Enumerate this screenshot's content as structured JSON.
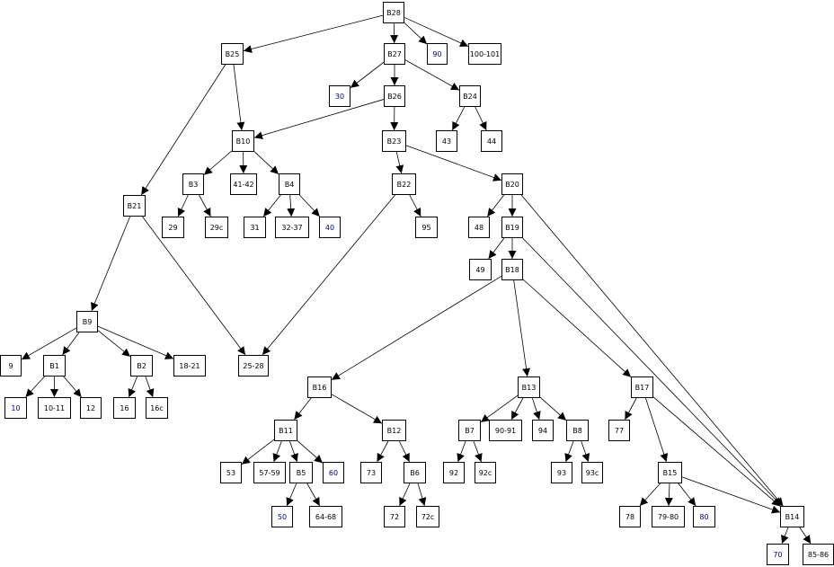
{
  "colors": {
    "edge": "#000000",
    "box_border": "#000000",
    "box_fill": "#ffffff",
    "label_default": "#000000",
    "label_highlight": "#00008b"
  },
  "nodes": [
    {
      "id": "B28",
      "label": "B28",
      "color": "default"
    },
    {
      "id": "B25",
      "label": "B25",
      "color": "default"
    },
    {
      "id": "B27",
      "label": "B27",
      "color": "default"
    },
    {
      "id": "n90",
      "label": "90",
      "color": "highlight"
    },
    {
      "id": "n100_101",
      "label": "100-101",
      "color": "default"
    },
    {
      "id": "n30",
      "label": "30",
      "color": "highlight"
    },
    {
      "id": "B26",
      "label": "B26",
      "color": "default"
    },
    {
      "id": "B24",
      "label": "B24",
      "color": "default"
    },
    {
      "id": "B10",
      "label": "B10",
      "color": "default"
    },
    {
      "id": "B23",
      "label": "B23",
      "color": "default"
    },
    {
      "id": "n43",
      "label": "43",
      "color": "default"
    },
    {
      "id": "n44",
      "label": "44",
      "color": "default"
    },
    {
      "id": "B3",
      "label": "B3",
      "color": "default"
    },
    {
      "id": "n41_42",
      "label": "41-42",
      "color": "default"
    },
    {
      "id": "B4",
      "label": "B4",
      "color": "default"
    },
    {
      "id": "B22",
      "label": "B22",
      "color": "default"
    },
    {
      "id": "B20",
      "label": "B20",
      "color": "default"
    },
    {
      "id": "B21",
      "label": "B21",
      "color": "default"
    },
    {
      "id": "n29",
      "label": "29",
      "color": "default"
    },
    {
      "id": "n29c",
      "label": "29c",
      "color": "default"
    },
    {
      "id": "n31",
      "label": "31",
      "color": "default"
    },
    {
      "id": "n32_37",
      "label": "32-37",
      "color": "default"
    },
    {
      "id": "n40",
      "label": "40",
      "color": "highlight"
    },
    {
      "id": "n95",
      "label": "95",
      "color": "default"
    },
    {
      "id": "n48",
      "label": "48",
      "color": "default"
    },
    {
      "id": "B19",
      "label": "B19",
      "color": "default"
    },
    {
      "id": "n49",
      "label": "49",
      "color": "default"
    },
    {
      "id": "B18",
      "label": "B18",
      "color": "default"
    },
    {
      "id": "B9",
      "label": "B9",
      "color": "default"
    },
    {
      "id": "n9",
      "label": "9",
      "color": "default"
    },
    {
      "id": "B1",
      "label": "B1",
      "color": "default"
    },
    {
      "id": "B2",
      "label": "B2",
      "color": "default"
    },
    {
      "id": "n18_21",
      "label": "18-21",
      "color": "default"
    },
    {
      "id": "n25_28",
      "label": "25-28",
      "color": "default"
    },
    {
      "id": "n10",
      "label": "10",
      "color": "highlight"
    },
    {
      "id": "n10_11",
      "label": "10-11",
      "color": "default"
    },
    {
      "id": "n12",
      "label": "12",
      "color": "default"
    },
    {
      "id": "n16",
      "label": "16",
      "color": "default"
    },
    {
      "id": "n16c",
      "label": "16c",
      "color": "default"
    },
    {
      "id": "B16",
      "label": "B16",
      "color": "default"
    },
    {
      "id": "B13",
      "label": "B13",
      "color": "default"
    },
    {
      "id": "B17",
      "label": "B17",
      "color": "default"
    },
    {
      "id": "B11",
      "label": "B11",
      "color": "default"
    },
    {
      "id": "B12",
      "label": "B12",
      "color": "default"
    },
    {
      "id": "B7",
      "label": "B7",
      "color": "default"
    },
    {
      "id": "n90_91",
      "label": "90-91",
      "color": "default"
    },
    {
      "id": "n94",
      "label": "94",
      "color": "default"
    },
    {
      "id": "B8",
      "label": "B8",
      "color": "default"
    },
    {
      "id": "n77",
      "label": "77",
      "color": "default"
    },
    {
      "id": "n53",
      "label": "53",
      "color": "default"
    },
    {
      "id": "n57_59",
      "label": "57-59",
      "color": "default"
    },
    {
      "id": "B5",
      "label": "B5",
      "color": "default"
    },
    {
      "id": "n60",
      "label": "60",
      "color": "highlight"
    },
    {
      "id": "n73",
      "label": "73",
      "color": "default"
    },
    {
      "id": "B6",
      "label": "B6",
      "color": "default"
    },
    {
      "id": "n92",
      "label": "92",
      "color": "default"
    },
    {
      "id": "n92c",
      "label": "92c",
      "color": "default"
    },
    {
      "id": "n93",
      "label": "93",
      "color": "default"
    },
    {
      "id": "n93c",
      "label": "93c",
      "color": "default"
    },
    {
      "id": "B15",
      "label": "B15",
      "color": "default"
    },
    {
      "id": "n50",
      "label": "50",
      "color": "highlight"
    },
    {
      "id": "n64_68",
      "label": "64-68",
      "color": "default"
    },
    {
      "id": "n72",
      "label": "72",
      "color": "default"
    },
    {
      "id": "n72c",
      "label": "72c",
      "color": "default"
    },
    {
      "id": "n78",
      "label": "78",
      "color": "default"
    },
    {
      "id": "n79_80",
      "label": "79-80",
      "color": "default"
    },
    {
      "id": "n80",
      "label": "80",
      "color": "highlight"
    },
    {
      "id": "B14",
      "label": "B14",
      "color": "default"
    },
    {
      "id": "n70",
      "label": "70",
      "color": "highlight"
    },
    {
      "id": "n85_86",
      "label": "85-86",
      "color": "default"
    }
  ],
  "edges": [
    [
      "B28",
      "B25"
    ],
    [
      "B28",
      "B27"
    ],
    [
      "B28",
      "n90"
    ],
    [
      "B28",
      "n100_101"
    ],
    [
      "B25",
      "B10"
    ],
    [
      "B25",
      "B21"
    ],
    [
      "B27",
      "n30"
    ],
    [
      "B27",
      "B26"
    ],
    [
      "B27",
      "B24"
    ],
    [
      "B26",
      "B10"
    ],
    [
      "B26",
      "B23"
    ],
    [
      "B24",
      "n43"
    ],
    [
      "B24",
      "n44"
    ],
    [
      "B10",
      "B3"
    ],
    [
      "B10",
      "n41_42"
    ],
    [
      "B10",
      "B4"
    ],
    [
      "B23",
      "B22"
    ],
    [
      "B23",
      "B20"
    ],
    [
      "B3",
      "n29"
    ],
    [
      "B3",
      "n29c"
    ],
    [
      "B4",
      "n31"
    ],
    [
      "B4",
      "n32_37"
    ],
    [
      "B4",
      "n40"
    ],
    [
      "B22",
      "n25_28"
    ],
    [
      "B22",
      "n95"
    ],
    [
      "B20",
      "n48"
    ],
    [
      "B20",
      "B19"
    ],
    [
      "B20",
      "B14"
    ],
    [
      "B19",
      "n49"
    ],
    [
      "B19",
      "B18"
    ],
    [
      "B19",
      "B14"
    ],
    [
      "B18",
      "B16"
    ],
    [
      "B18",
      "B13"
    ],
    [
      "B18",
      "B17"
    ],
    [
      "B21",
      "B9"
    ],
    [
      "B21",
      "n25_28"
    ],
    [
      "B9",
      "n9"
    ],
    [
      "B9",
      "B1"
    ],
    [
      "B9",
      "B2"
    ],
    [
      "B9",
      "n18_21"
    ],
    [
      "B1",
      "n10"
    ],
    [
      "B1",
      "n10_11"
    ],
    [
      "B1",
      "n12"
    ],
    [
      "B2",
      "n16"
    ],
    [
      "B2",
      "n16c"
    ],
    [
      "B16",
      "B11"
    ],
    [
      "B16",
      "B12"
    ],
    [
      "B13",
      "B7"
    ],
    [
      "B13",
      "n90_91"
    ],
    [
      "B13",
      "n94"
    ],
    [
      "B13",
      "B8"
    ],
    [
      "B17",
      "n77"
    ],
    [
      "B17",
      "B15"
    ],
    [
      "B17",
      "B14"
    ],
    [
      "B11",
      "n53"
    ],
    [
      "B11",
      "n57_59"
    ],
    [
      "B11",
      "B5"
    ],
    [
      "B11",
      "n60"
    ],
    [
      "B12",
      "n73"
    ],
    [
      "B12",
      "B6"
    ],
    [
      "B7",
      "n92"
    ],
    [
      "B7",
      "n92c"
    ],
    [
      "B8",
      "n93"
    ],
    [
      "B8",
      "n93c"
    ],
    [
      "B5",
      "n50"
    ],
    [
      "B5",
      "n64_68"
    ],
    [
      "B6",
      "n72"
    ],
    [
      "B6",
      "n72c"
    ],
    [
      "B15",
      "n78"
    ],
    [
      "B15",
      "n79_80"
    ],
    [
      "B15",
      "n80"
    ],
    [
      "B15",
      "B14"
    ],
    [
      "B14",
      "n70"
    ],
    [
      "B14",
      "n85_86"
    ]
  ]
}
